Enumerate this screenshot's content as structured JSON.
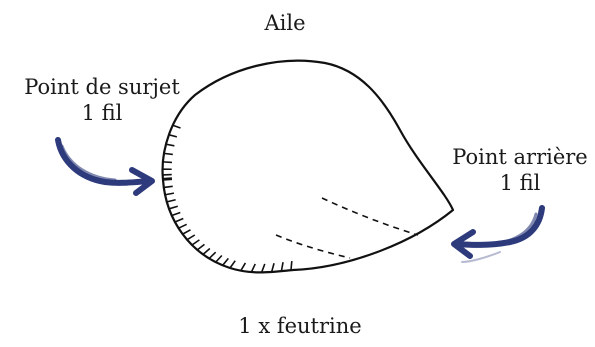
{
  "diagram": {
    "title": "Aile",
    "left_label": {
      "line1": "Point de surjet",
      "line2": "1 fil"
    },
    "right_label": {
      "line1": "Point arrière",
      "line2": "1 fil"
    },
    "bottom_label": "1 x feutrine"
  },
  "colors": {
    "outline": "#111111",
    "arrow": "#2d3a7c"
  },
  "icons": {
    "left_arrow": "curved-arrow-right-icon",
    "right_arrow": "curved-arrow-left-icon"
  }
}
